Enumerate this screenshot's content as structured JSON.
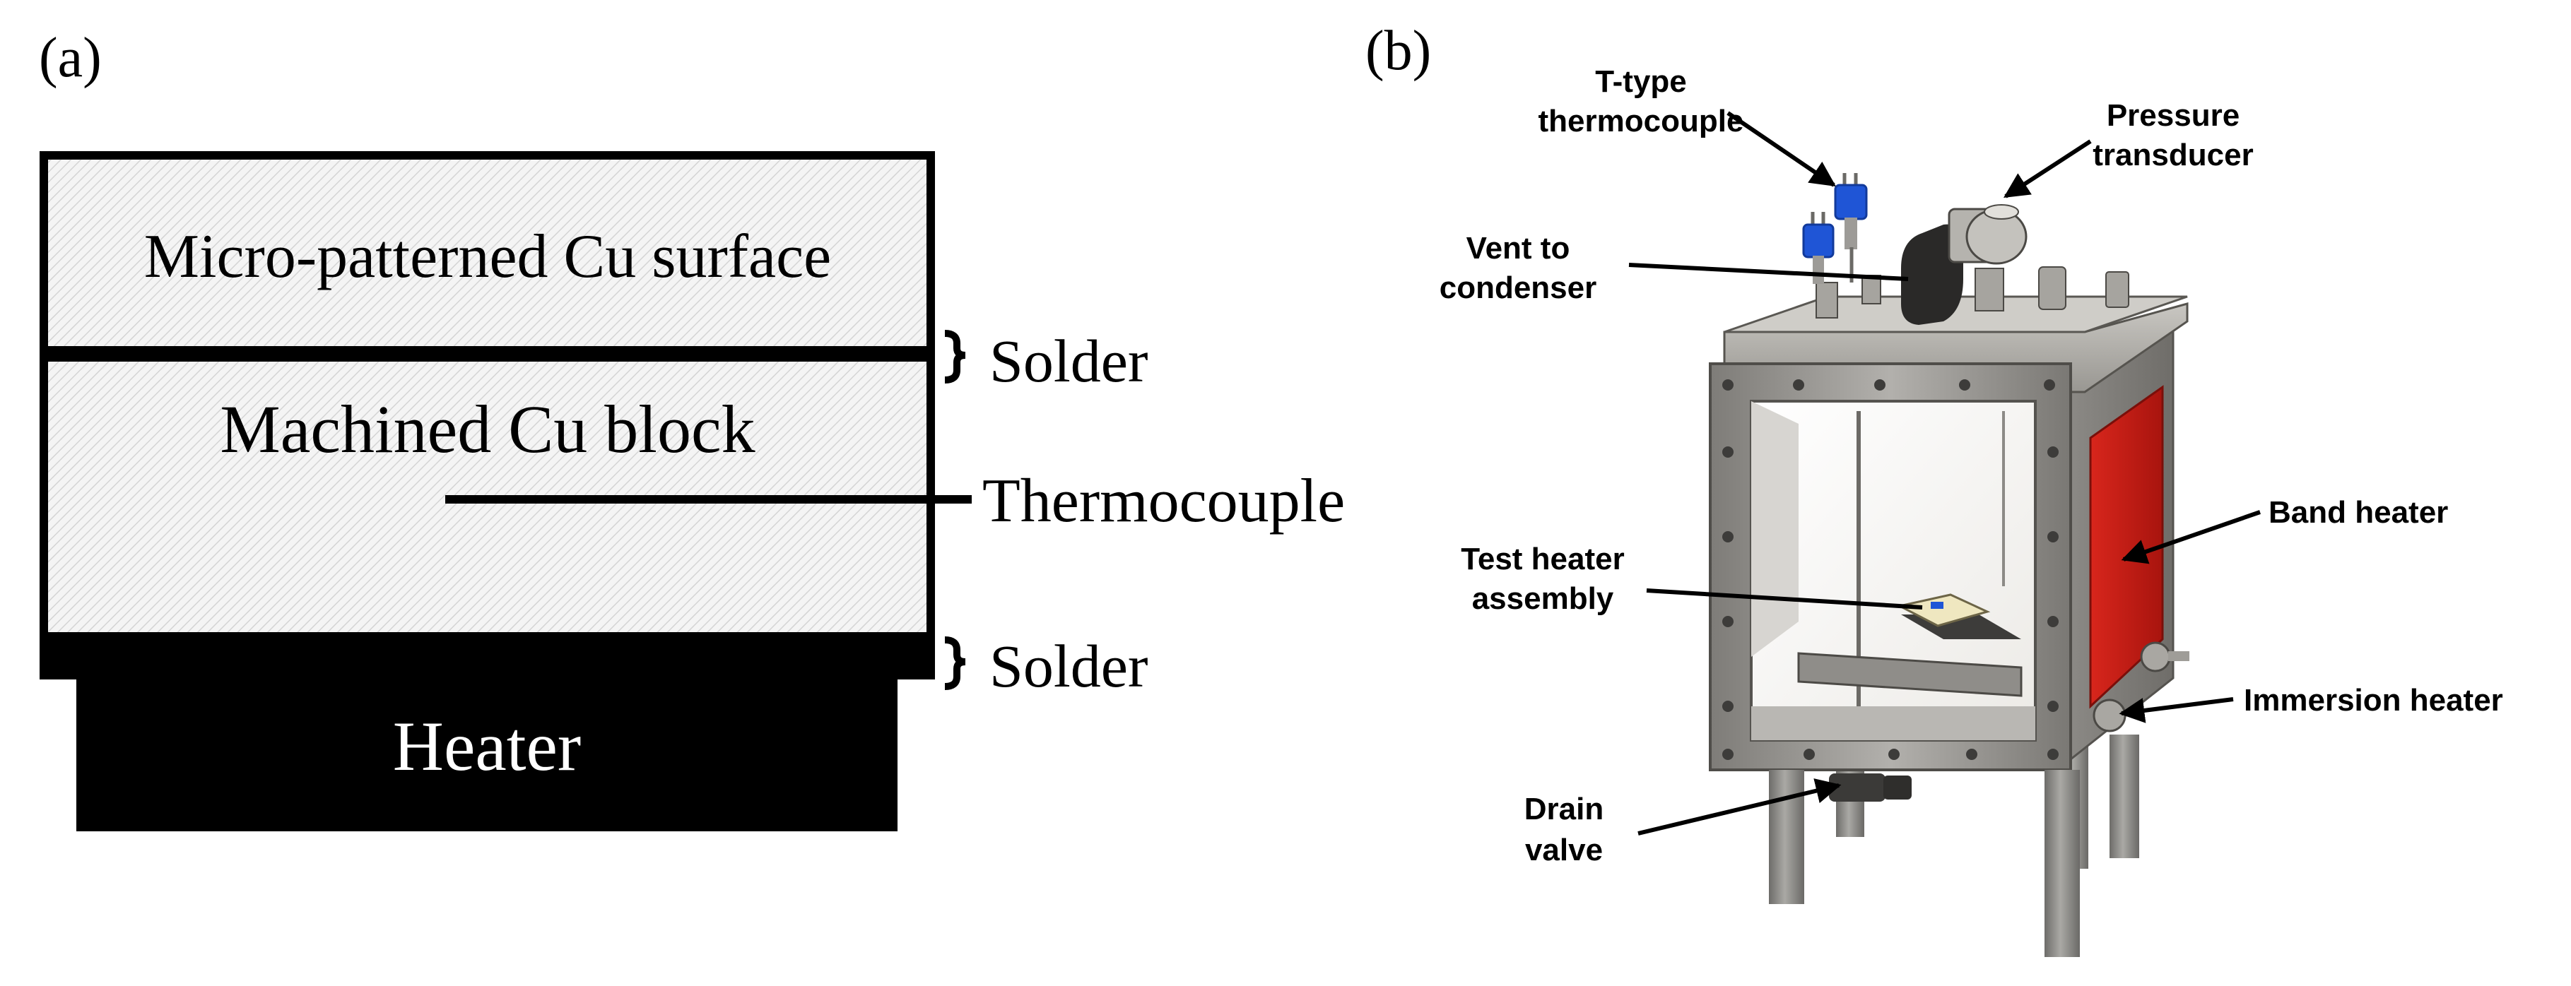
{
  "panel_a": {
    "tag": "(a)",
    "layer_top": "Micro-patterned Cu surface",
    "layer_middle": "Machined Cu block",
    "heater": "Heater",
    "solder_upper": "Solder",
    "solder_lower": "Solder",
    "thermocouple": "Thermocouple"
  },
  "panel_b": {
    "tag": "(b)",
    "labels": {
      "t_type_1": "T-type",
      "t_type_2": "thermocouple",
      "pressure_1": "Pressure",
      "pressure_2": "transducer",
      "vent_1": "Vent to",
      "vent_2": "condenser",
      "band_heater": "Band heater",
      "test_heater_1": "Test heater",
      "test_heater_2": "assembly",
      "immersion_heater": "Immersion heater",
      "drain_1": "Drain",
      "drain_2": "valve"
    },
    "colors": {
      "steel": "#9a9894",
      "band_heater": "#c81c14",
      "thermocouple_blue": "#1f55d6"
    }
  }
}
